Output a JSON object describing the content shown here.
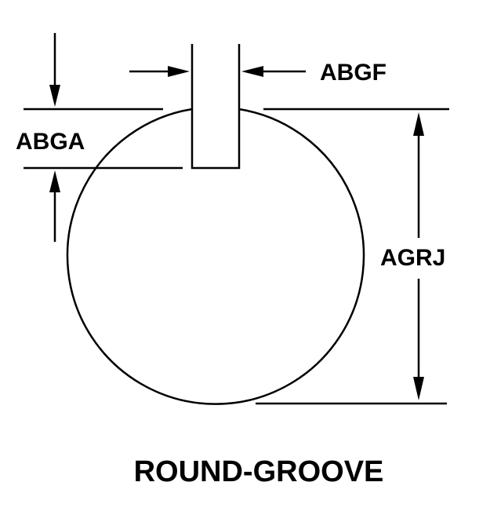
{
  "labels": {
    "groove_width": "ABGF",
    "groove_depth": "ABGA",
    "diameter": "AGRJ",
    "caption": "ROUND-GROOVE"
  }
}
